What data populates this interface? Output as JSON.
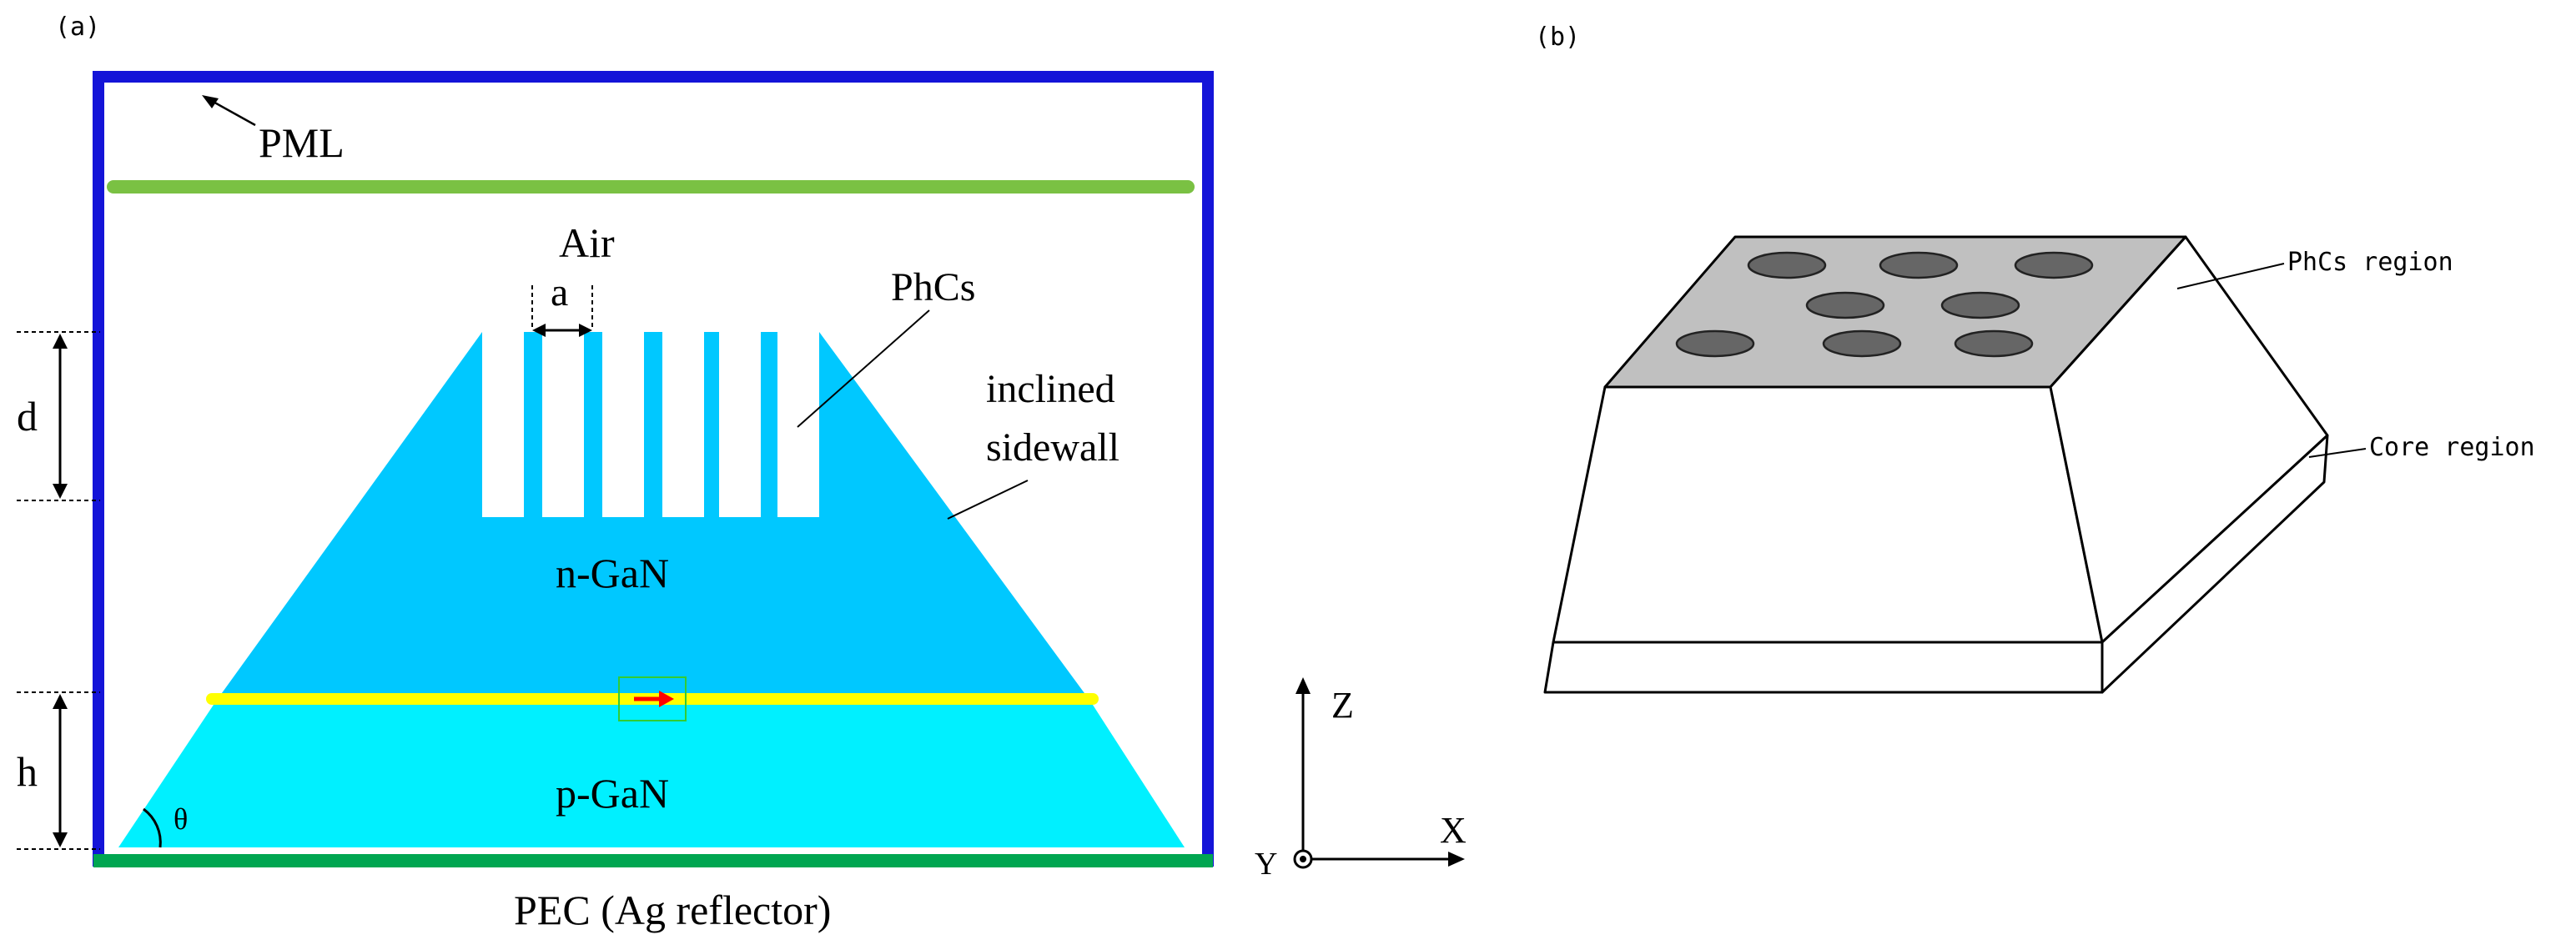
{
  "panel_a": {
    "label": "(a)",
    "pml": "PML",
    "air": "Air",
    "phcs": "PhCs",
    "a": "a",
    "d": "d",
    "h": "h",
    "sidewall_line1": "inclined",
    "sidewall_line2": "sidewall",
    "n_gan": "n-GaN",
    "p_gan": "p-GaN",
    "theta": "θ",
    "pec": "PEC (Ag reflector)",
    "axes": {
      "z": "Z",
      "x": "X",
      "y": "Y"
    }
  },
  "panel_b": {
    "label": "(b)",
    "phcs_region": "PhCs region",
    "core_region": "Core region"
  },
  "colors": {
    "pml_border": "#1414d8",
    "green_line": "#7ac143",
    "pec": "#00a651",
    "n_gan": "#00c8ff",
    "p_gan": "#00f0ff",
    "active_layer": "#ffff00",
    "top_face": "#c0c0c0",
    "hole": "#666666",
    "source": "#ff0000",
    "source_box": "#33cc33"
  }
}
